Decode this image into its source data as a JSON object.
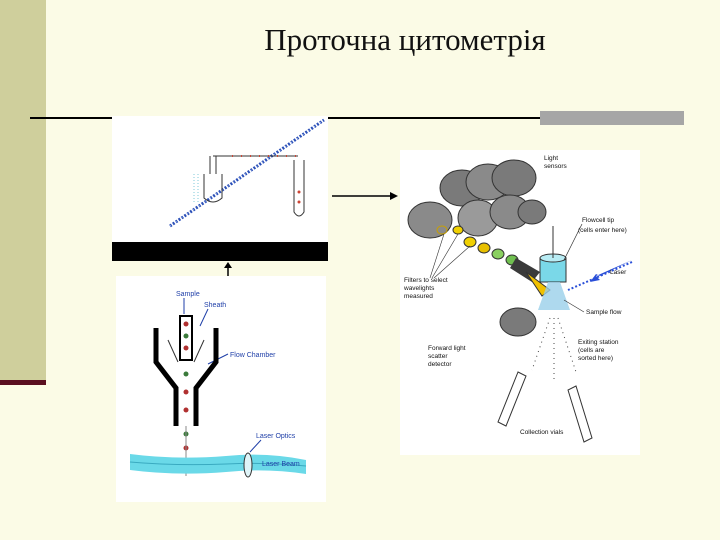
{
  "slide": {
    "title": "Проточна цитометрія"
  },
  "flow_chamber_diagram": {
    "labels": {
      "sample": "Sample",
      "sheath": "Sheath",
      "flow_chamber": "Flow Chamber",
      "laser_optics": "Laser Optics",
      "laser_beam": "Laser Beam"
    }
  },
  "cytometer_diagram": {
    "labels": {
      "light_sensors_1": "Light",
      "light_sensors_2": "sensors",
      "flowcell_tip_1": "Flowcell tip",
      "flowcell_tip_2": "(cells enter here)",
      "laser": "Laser",
      "filters_1": "Filters to select",
      "filters_2": "wavelights",
      "filters_3": "measured",
      "sample_flow": "Sample flow",
      "forward_light_1": "Forward light",
      "forward_light_2": "scatter",
      "forward_light_3": "detector",
      "exiting_1": "Exiting station",
      "exiting_2": "(cells are",
      "exiting_3": "sorted here)",
      "collection_vials": "Collection vials"
    }
  },
  "colors": {
    "background": "#fbfbe6",
    "left_bar": "#cfcf9c",
    "left_bar_edge": "#5a0f1f",
    "label_blue": "#1f3fa8",
    "water_cyan": "#6ad9e8"
  }
}
